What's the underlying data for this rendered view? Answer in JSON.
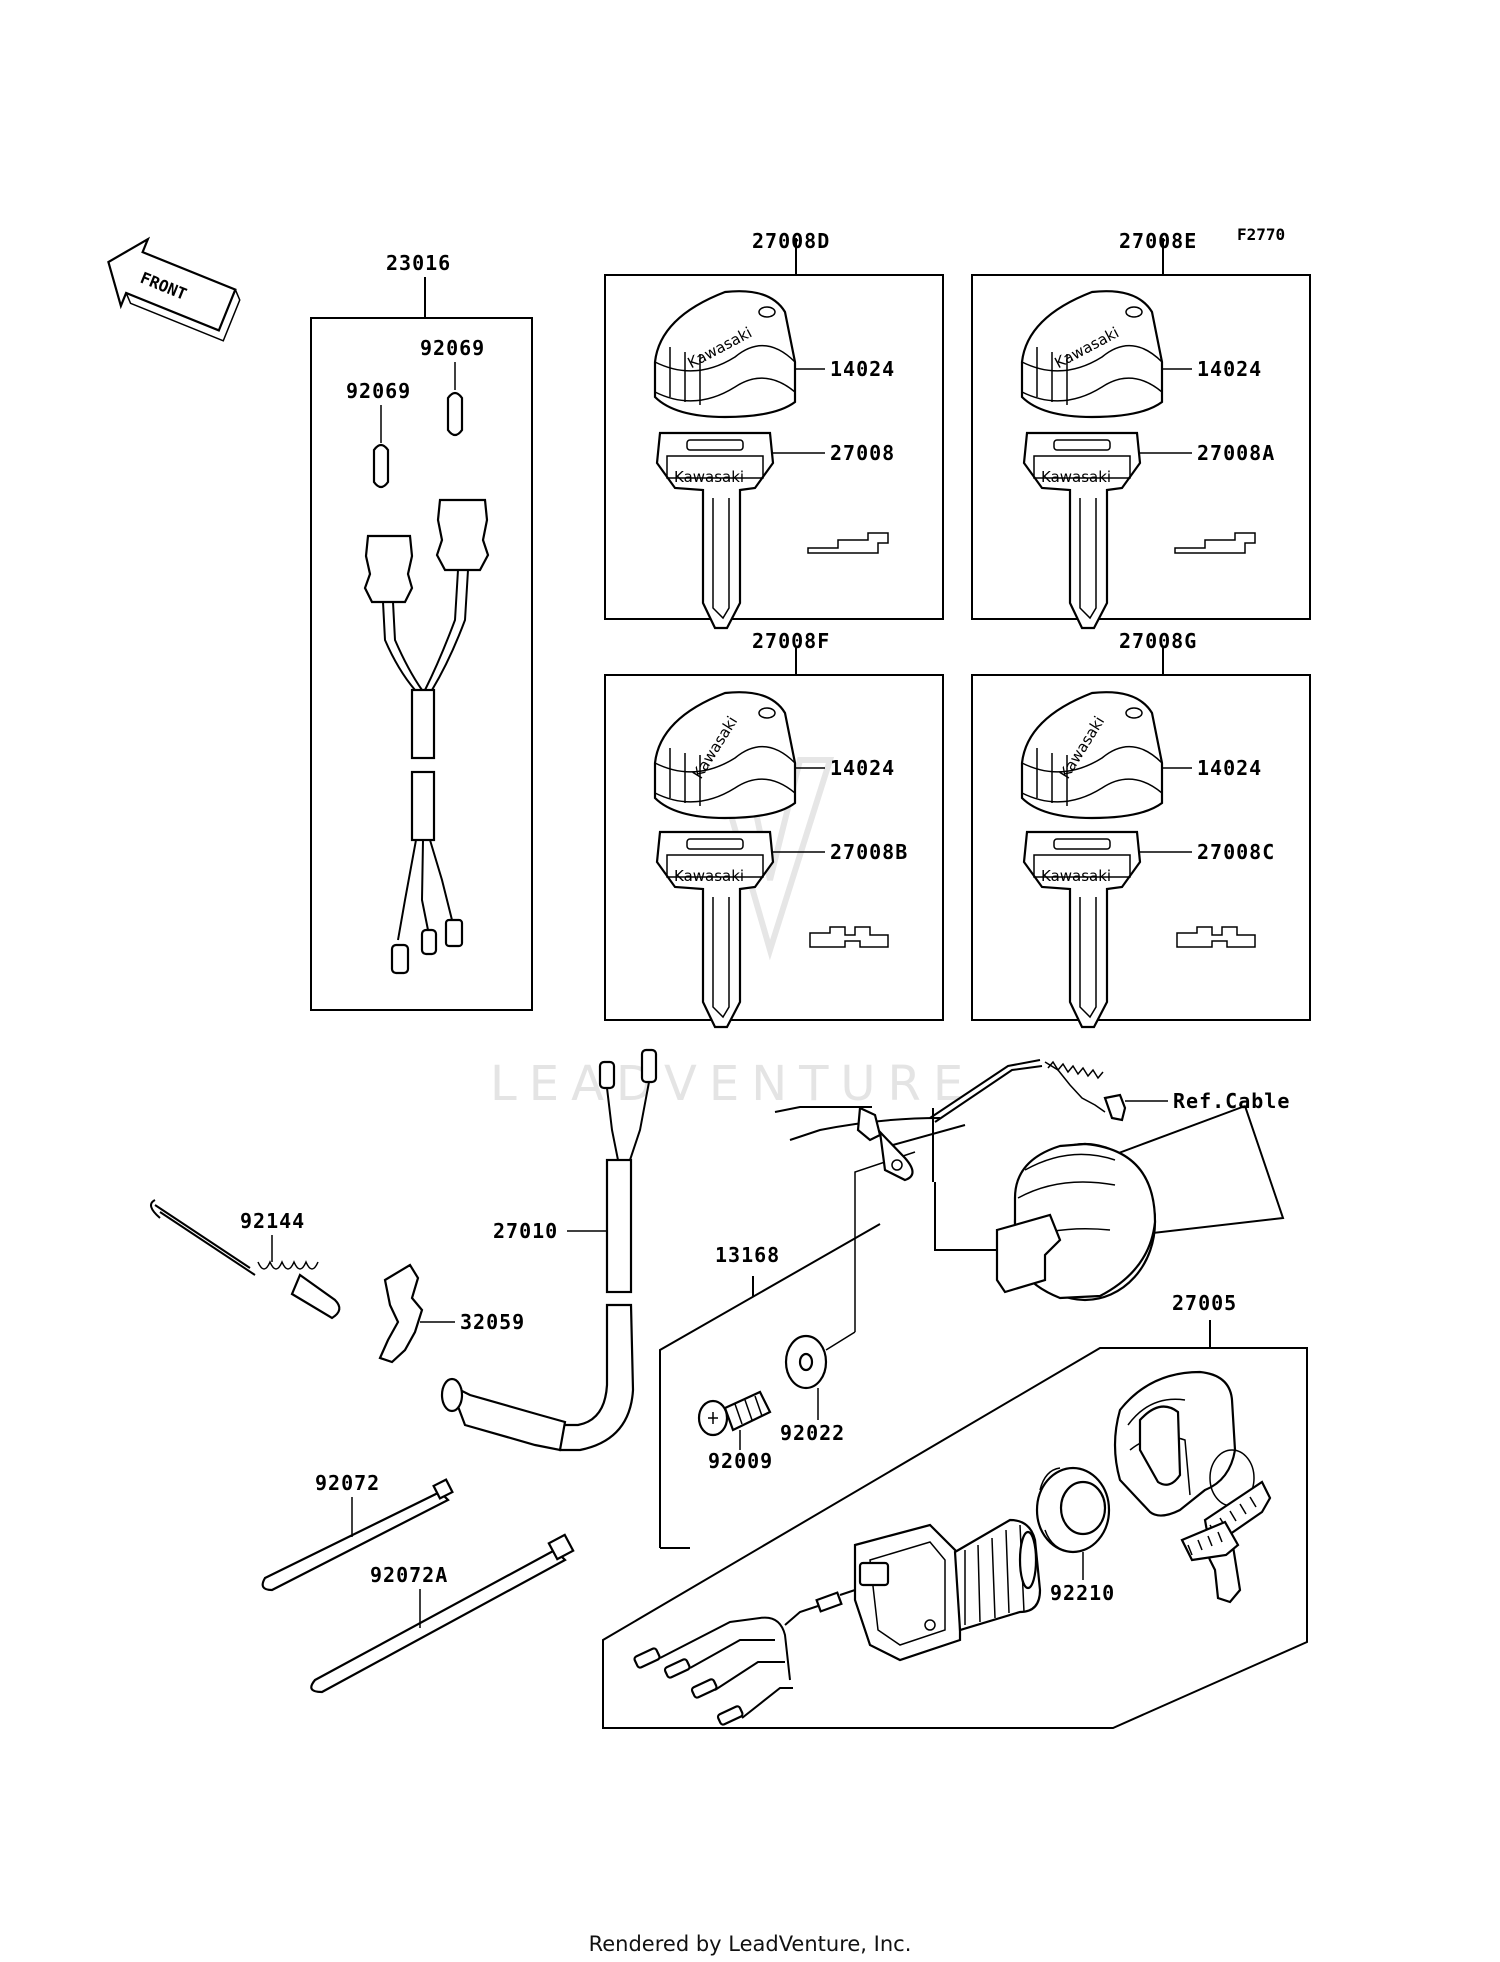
{
  "figure_code": "F2770",
  "front_label": "FRONT",
  "watermark": "LEADVENTURE",
  "footer": "Rendered by LeadVenture, Inc.",
  "brand_mark": "Kawasaki",
  "ref_label": "Ref.Cable",
  "boxes": {
    "b23016": "23016",
    "b27008D": "27008D",
    "b27008E": "27008E",
    "b27008F": "27008F",
    "b27008G": "27008G"
  },
  "parts": {
    "p92069a": "92069",
    "p92069b": "92069",
    "p14024_d": "14024",
    "p27008": "27008",
    "p14024_e": "14024",
    "p27008A": "27008A",
    "p14024_f": "14024",
    "p27008B": "27008B",
    "p14024_g": "14024",
    "p27008C": "27008C",
    "p92144": "92144",
    "p32059": "32059",
    "p27010": "27010",
    "p13168": "13168",
    "p92022": "92022",
    "p92009": "92009",
    "p27005": "27005",
    "p92072": "92072",
    "p92072A": "92072A",
    "p92210": "92210"
  }
}
